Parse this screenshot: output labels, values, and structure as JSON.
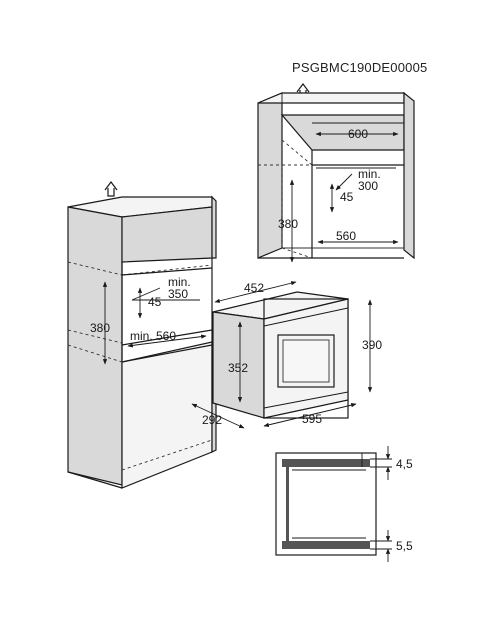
{
  "model_code": "PSGBMC190DE00005",
  "icons": {
    "arrow_up": "up-arrow-outline"
  },
  "top_niche": {
    "width": "600",
    "depth_min": "min.",
    "depth_value": "300",
    "gap": "45",
    "height": "380",
    "inner_width": "560"
  },
  "tall_niche": {
    "depth_min": "min.",
    "depth_value": "350",
    "gap": "45",
    "height": "380",
    "inner_width_label": "min. 560"
  },
  "appliance": {
    "depth": "452",
    "height": "390",
    "front_height": "352",
    "side_depth": "292",
    "width": "595"
  },
  "side_view": {
    "top_offset": "4,5",
    "bottom_offset": "5,5"
  }
}
